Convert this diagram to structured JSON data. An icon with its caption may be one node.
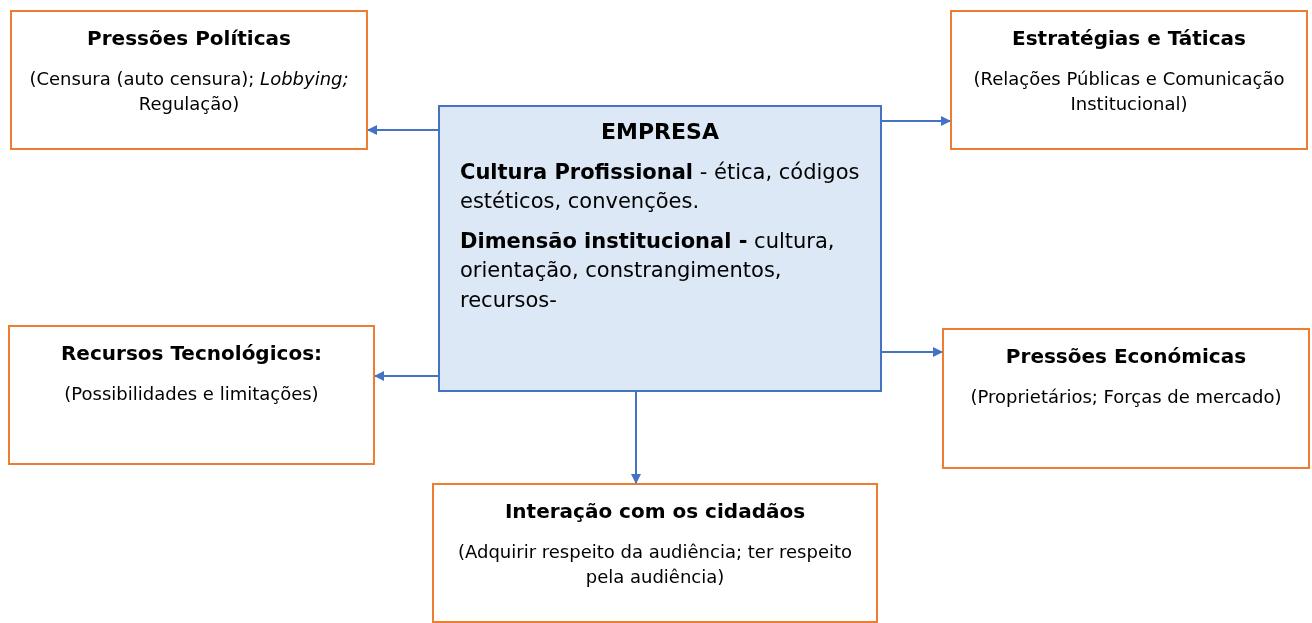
{
  "diagram": {
    "nodes": [
      {
        "text": [
          "Pressões Políticas",
          "(Censura (auto censura); *Lobbying;* Regulação)"
        ]
      },
      {
        "text": [
          "Estratégias e Táticas",
          "(Relações Públicas e Comunicação Institucional)"
        ]
      },
      {
        "text": [
          "EMPRESA",
          "**Cultura Profissional** - ética, códigos estéticos, convenções.",
          "**Dimensão institucional -** cultura, orientação, constrangimentos, recursos-"
        ]
      },
      {
        "text": [
          "Recursos Tecnológicos:",
          "(Possibilidades e limitações)"
        ]
      },
      {
        "text": [
          "Pressões Económicas",
          "(Proprietários; Forças de mercado)"
        ]
      },
      {
        "text": [
          "Interação com os cidadãos",
          "(Adquirir respeito da audiência; ter respeito pela audiência)"
        ]
      }
    ],
    "edges": [
      {
        "from": 2,
        "to": 0,
        "arrow": "to"
      },
      {
        "from": 2,
        "to": 1,
        "arrow": "to"
      },
      {
        "from": 2,
        "to": 3,
        "arrow": "to"
      },
      {
        "from": 2,
        "to": 4,
        "arrow": "to"
      },
      {
        "from": 2,
        "to": 5,
        "arrow": "to"
      }
    ]
  }
}
